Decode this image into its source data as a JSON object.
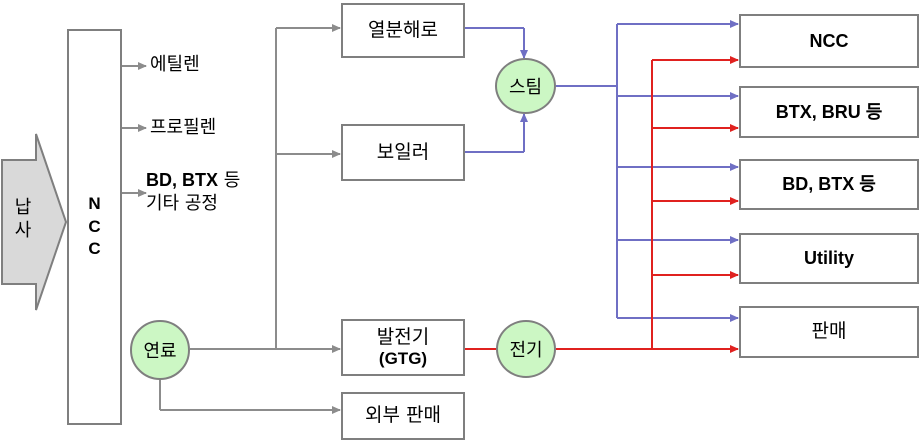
{
  "feed": {
    "line1": "납",
    "line2": "사"
  },
  "ncc_column": {
    "c1": "N",
    "c2": "C",
    "c3": "C"
  },
  "products": {
    "ethylene": "에틸렌",
    "propylene": "프로필렌",
    "bd_btx_part": "BD, BTX",
    "bd_btx_suffix": " 등",
    "other_process": "기타 공정"
  },
  "fuel_node": "연료",
  "units": {
    "cracker": "열분해로",
    "boiler": "보일러",
    "generator_line1": "발전기",
    "generator_line2": "(GTG)",
    "external_sale": "외부 판매"
  },
  "utilities": {
    "steam": "스팀",
    "electricity": "전기"
  },
  "consumers": {
    "ncc": "NCC",
    "btx_bru": "BTX, BRU 등",
    "bd_btx": "BD, BTX 등",
    "utility": "Utility",
    "sale": "판매"
  },
  "colors": {
    "gray_line": "#8c8c8c",
    "steam_line": "#6f6fc4",
    "power_line": "#e0211f",
    "node_fill": "#ccf7c4",
    "feed_fill": "#d9d9d9"
  }
}
